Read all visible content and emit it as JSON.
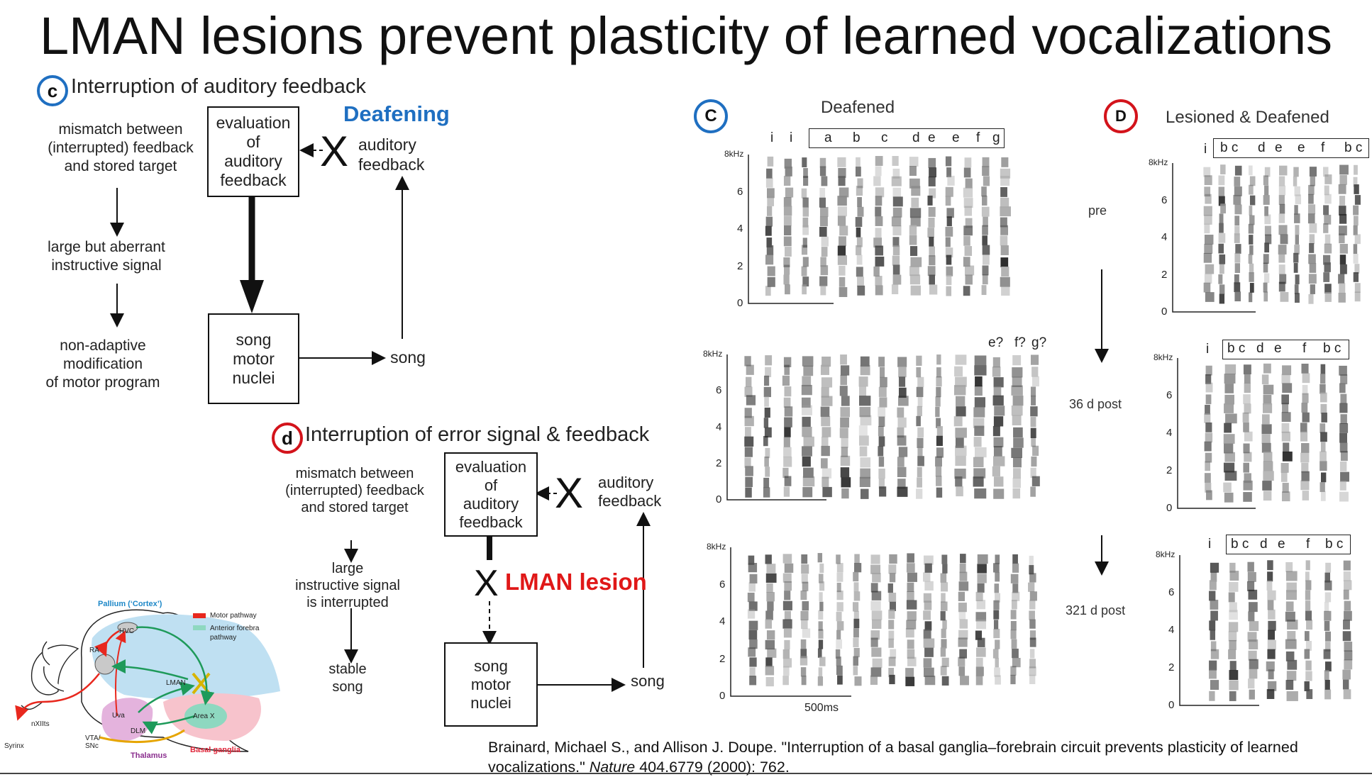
{
  "title": "LMAN lesions prevent  plasticity of learned vocalizations",
  "panel_c": {
    "letter": "c",
    "heading": "Interruption of auditory feedback",
    "deafening_label": "Deafening",
    "mismatch_text": [
      "mismatch between",
      "(interrupted) feedback",
      "and stored target"
    ],
    "signal_text": [
      "large but aberrant",
      "instructive signal"
    ],
    "outcome_text": [
      "non-adaptive",
      "modification",
      "of motor program"
    ],
    "eval_box": [
      "evaluation",
      "of",
      "auditory",
      "feedback"
    ],
    "motor_box": [
      "song",
      "motor",
      "nuclei"
    ],
    "feedback_text": [
      "auditory",
      "feedback"
    ],
    "song_label": "song",
    "x_mark": "X"
  },
  "panel_d": {
    "letter": "d",
    "heading": "Interruption of error signal & feedback",
    "lesion_label": "LMAN lesion",
    "mismatch_text": [
      "mismatch between",
      "(interrupted) feedback",
      "and stored target"
    ],
    "signal_text": [
      "large",
      "instructive signal",
      "is interrupted"
    ],
    "outcome_text": [
      "stable",
      "song"
    ],
    "eval_box": [
      "evaluation",
      "of",
      "auditory",
      "feedback"
    ],
    "motor_box": [
      "song",
      "motor",
      "nuclei"
    ],
    "feedback_text": [
      "auditory",
      "feedback"
    ],
    "song_label": "song",
    "x_mark": "X"
  },
  "brain": {
    "pallium": "Pallium  (‘Cortex’)",
    "legend_motor": "Motor pathway",
    "legend_anterior": [
      "Anterior  forebra",
      "pathway"
    ],
    "hvc": "HVC",
    "ra": "RA",
    "lman": "LMAN",
    "uva": "Uva",
    "dlm": "DLM",
    "areax": "Area X",
    "nxllts": "nXIIts",
    "vta": [
      "VTA/",
      "SNc"
    ],
    "syrinx": "Syrinx",
    "thalamus": "Thalamus",
    "basal": "Basal ganglia",
    "colors": {
      "motor": "#e8281e",
      "anterior": "#1e9a5a",
      "pallium": "#bfe0f2",
      "thalamus": "#e4b3dd",
      "basal": "#f7c3cc",
      "areax": "#8ed8c0"
    }
  },
  "spectro_c": {
    "letter": "C",
    "header": "Deafened",
    "syllables_free": [
      "i",
      "i"
    ],
    "syllables_boxed": [
      "a",
      "b",
      "c",
      "d",
      "e",
      "e",
      "f",
      "g"
    ],
    "row2_labels": [
      "e?",
      "f?",
      "g?"
    ],
    "ylabel": "8kHz",
    "yticks": [
      "6",
      "4",
      "2",
      "0"
    ],
    "scale": "500ms"
  },
  "timeline": {
    "pre": "pre",
    "post36": "36 d post",
    "post321": "321 d post"
  },
  "spectro_d": {
    "letter": "D",
    "header": "Lesioned  & Deafened",
    "row1_free": "i",
    "row1_boxed": [
      "b c",
      "d",
      "e",
      "e",
      "f",
      "b c"
    ],
    "row2_free": "i",
    "row2_boxed": [
      "b c",
      "d",
      "e",
      "f",
      "b c"
    ],
    "row3_free": "i",
    "row3_boxed": [
      "b c",
      "d",
      "e",
      "f",
      "b c"
    ],
    "ylabel": "8kHz",
    "yticks": [
      "6",
      "4",
      "2",
      "0"
    ]
  },
  "citation": {
    "text": "Brainard, Michael S., and Allison J. Doupe. \"Interruption of a basal ganglia–forebrain circuit prevents plasticity of learned vocalizations.\"",
    "journal": "Nature",
    "ref": "404.6779 (2000): 762."
  }
}
